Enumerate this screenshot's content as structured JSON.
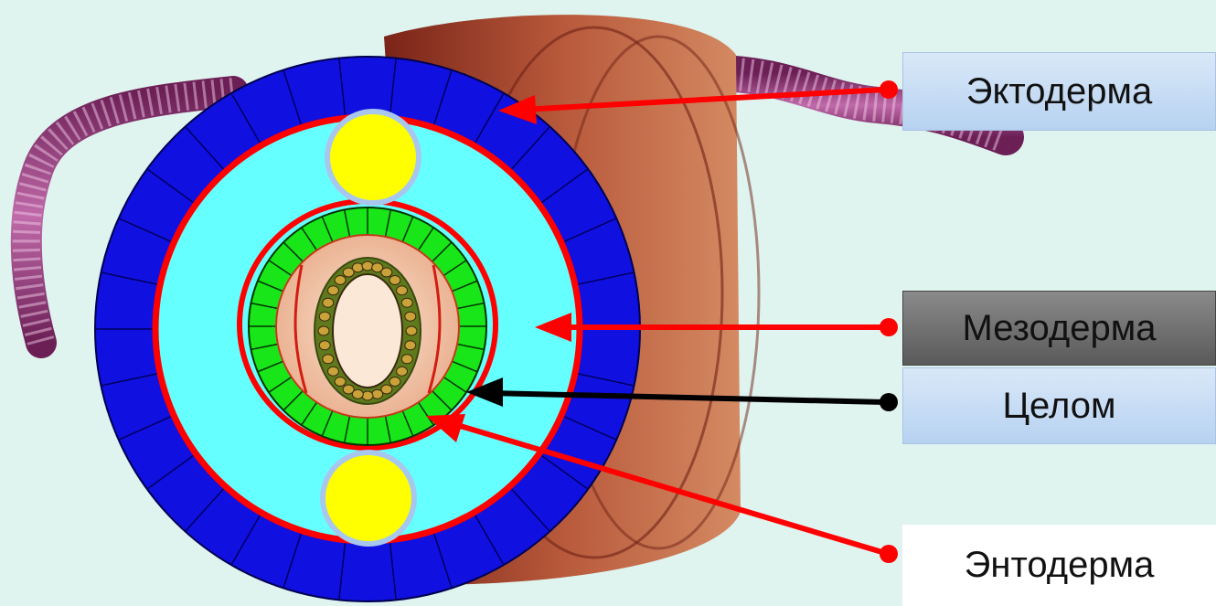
{
  "labels": {
    "ectoderm": "Эктодерма",
    "mesoderm": "Мезодерма",
    "coelom": "Целом",
    "endoderm": "Энтодерма"
  },
  "colors": {
    "background": "#dff3ef",
    "ectoderm_layer": "#1010e0",
    "mesoderm_layer": "#66ffff",
    "endoderm_layer": "#19e619",
    "nerve_cords": "#ffff00",
    "red_arrow": "#ff0000",
    "black_arrow": "#000000",
    "worm_body": "#a4432a"
  },
  "icons": [
    "earthworm-segment-illustration"
  ]
}
